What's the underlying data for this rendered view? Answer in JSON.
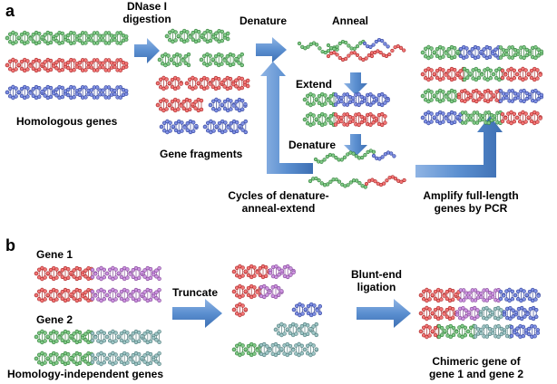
{
  "panel_a": {
    "label": "a",
    "dnase_label": "DNase I\ndigestion",
    "denature_label": "Denature",
    "anneal_label": "Anneal",
    "extend_label": "Extend",
    "denature2_label": "Denature",
    "homologous_label": "Homologous genes",
    "fragments_label": "Gene fragments",
    "cycles_label": "Cycles of denature-\nanneal-extend",
    "amplify_label": "Amplify full-length\ngenes by PCR"
  },
  "panel_b": {
    "label": "b",
    "gene1_label": "Gene 1",
    "gene2_label": "Gene 2",
    "truncate_label": "Truncate",
    "ligation_label": "Blunt-end\nligation",
    "independent_label": "Homology-independent genes",
    "chimeric_label": "Chimeric gene of\ngene 1 and gene 2"
  },
  "colors": {
    "green": "#3fae49",
    "red": "#ec2e2e",
    "blue": "#3c55d6",
    "purple": "#b25bd0",
    "teal": "#6aa8a8",
    "arrow": "#5b8fd0"
  }
}
